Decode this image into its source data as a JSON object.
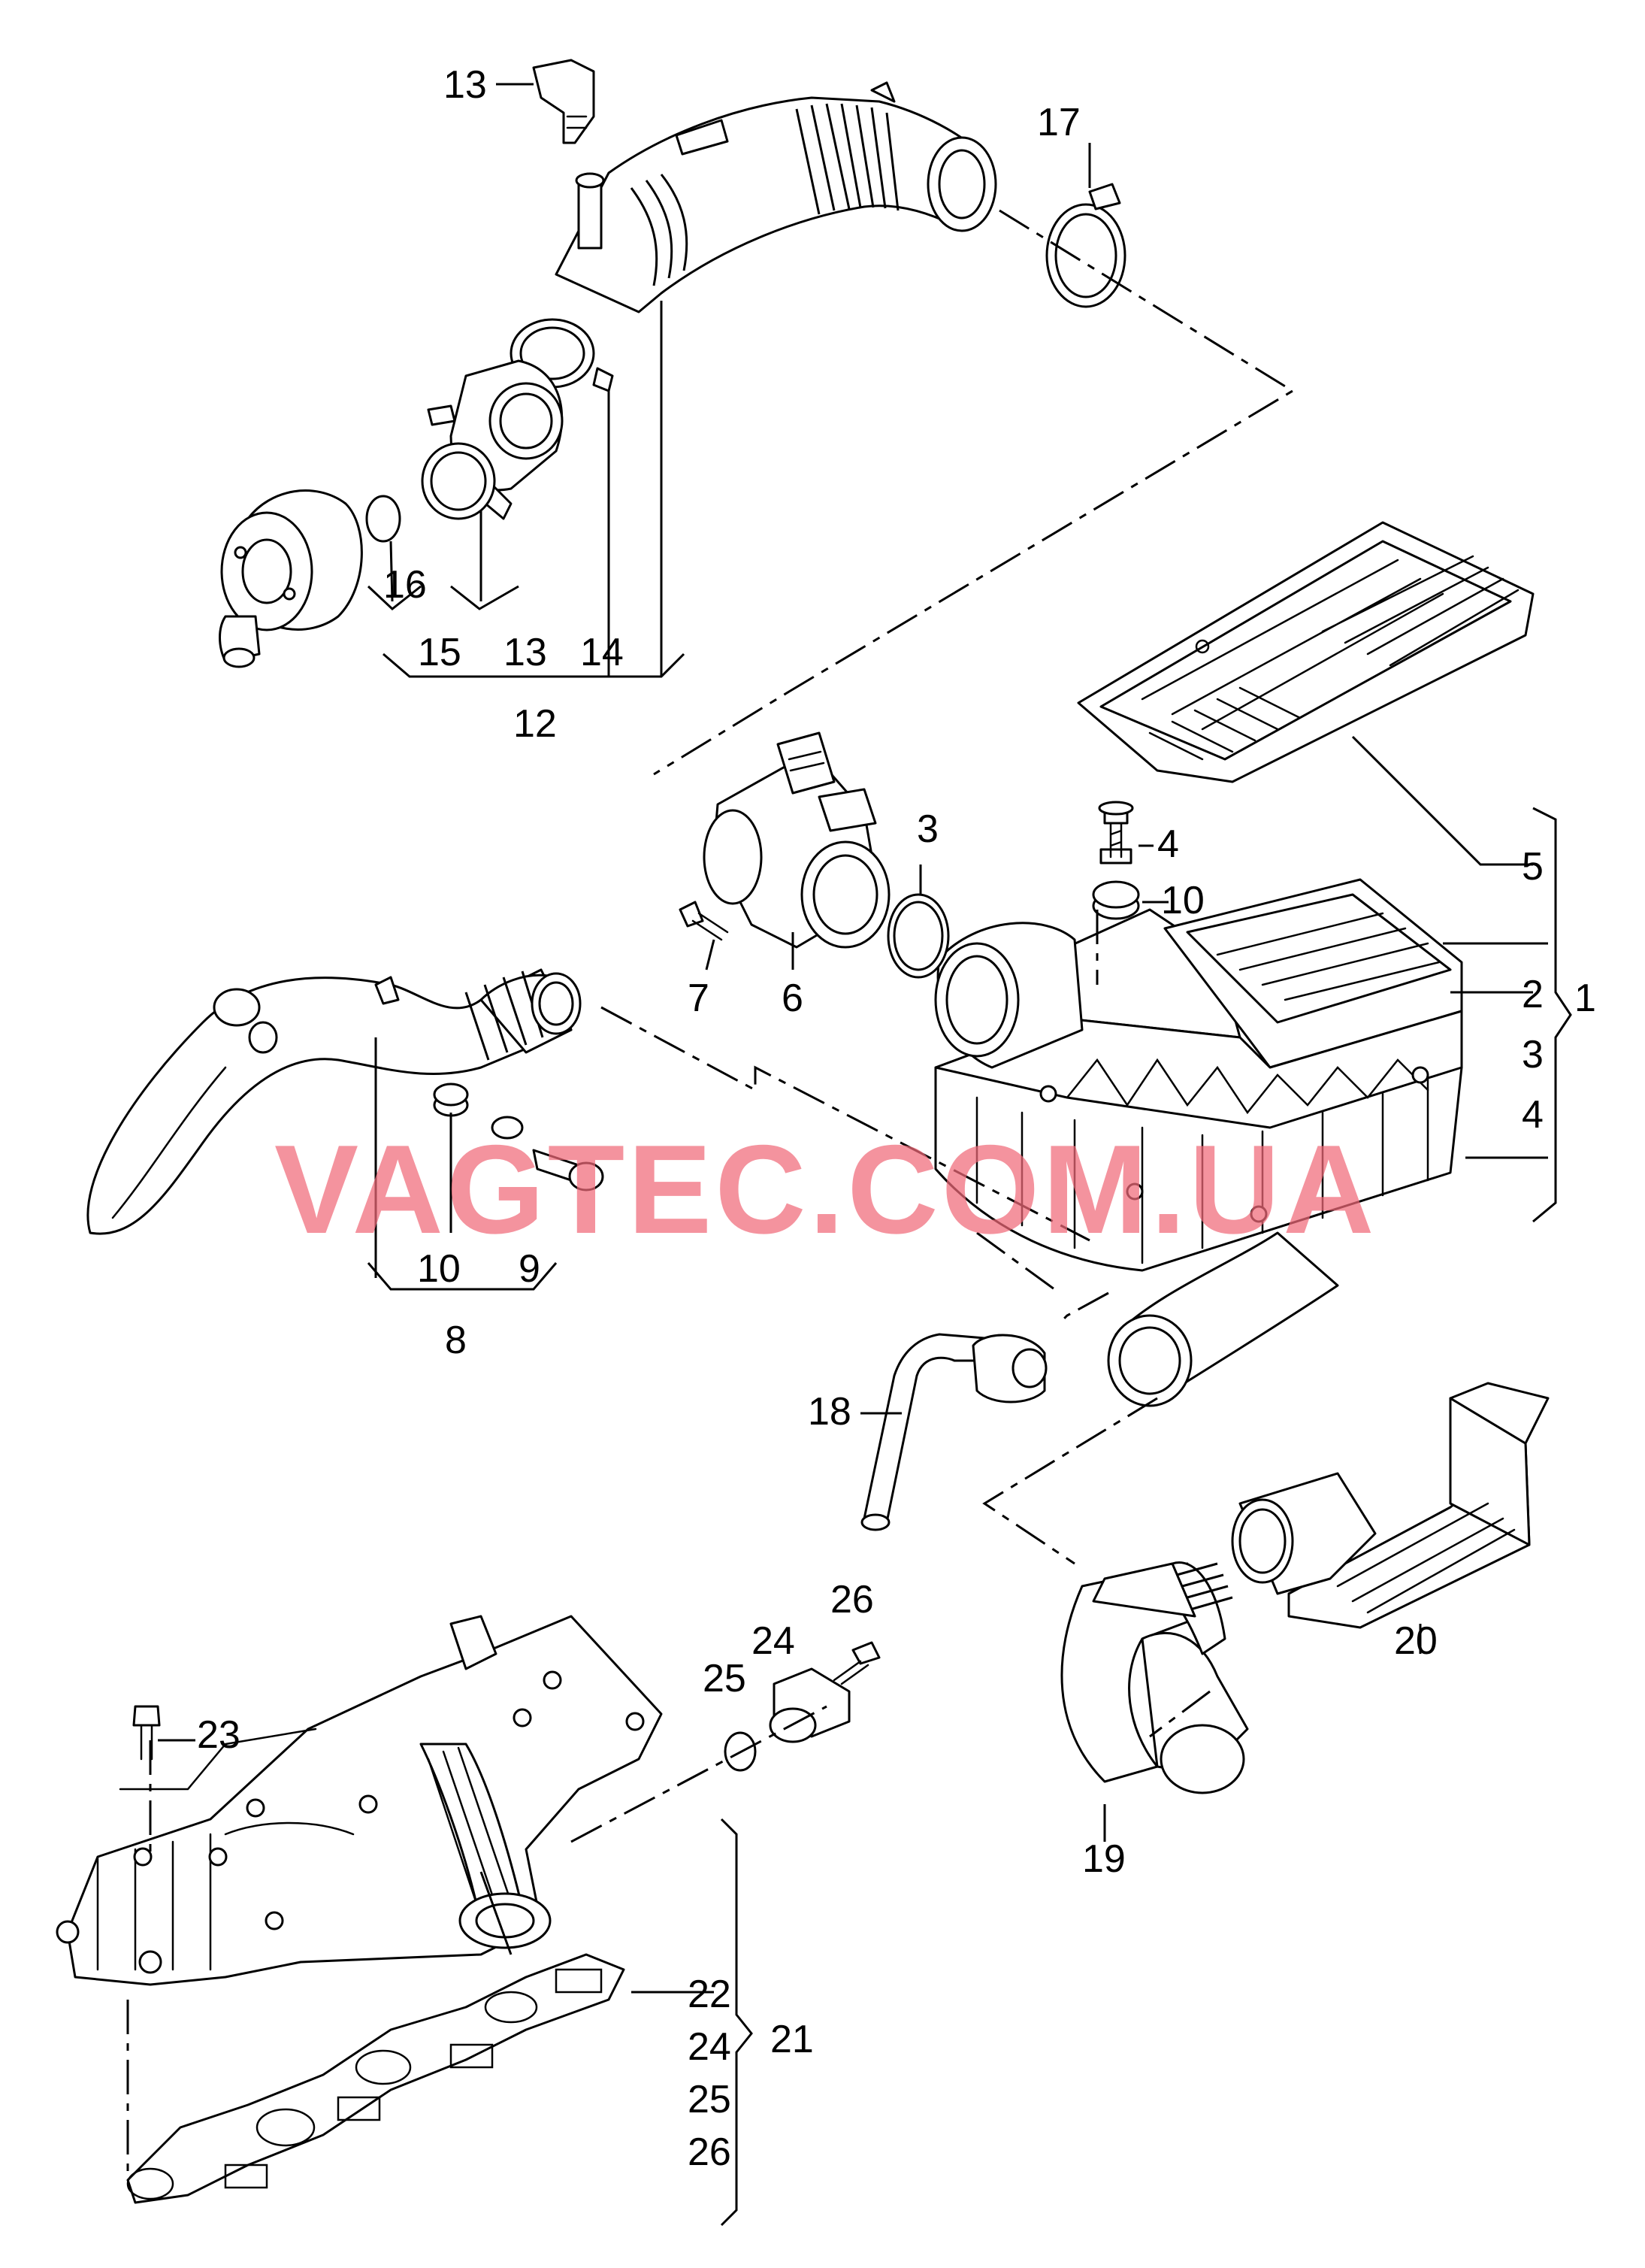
{
  "watermark": "VAGTEC.COM.UA",
  "callouts": {
    "c1": "1",
    "c2": "2",
    "c3a": "3",
    "c3b": "3",
    "c4a": "4",
    "c4b": "4",
    "c5": "5",
    "c6": "6",
    "c7": "7",
    "c8": "8",
    "c9": "9",
    "c10a": "10",
    "c10b": "10",
    "c12": "12",
    "c13a": "13",
    "c13b": "13",
    "c14": "14",
    "c15": "15",
    "c16": "16",
    "c17": "17",
    "c18": "18",
    "c19": "19",
    "c20": "20",
    "c21": "21",
    "c22": "22",
    "c23": "23",
    "c24a": "24",
    "c24b": "24",
    "c25a": "25",
    "c25b": "25",
    "c26a": "26",
    "c26b": "26"
  },
  "colors": {
    "line": "#000000",
    "watermark": "#f06a78",
    "background": "#ffffff"
  }
}
